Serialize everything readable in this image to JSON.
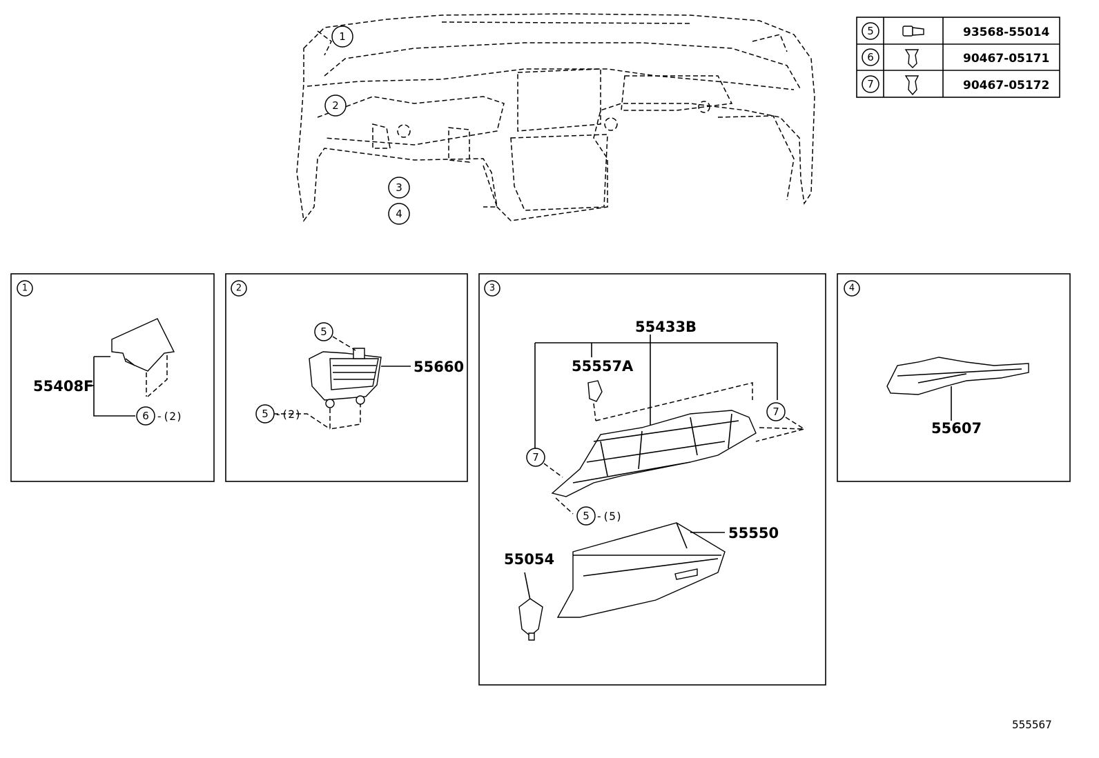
{
  "header_table": {
    "rows": [
      {
        "ref": "5",
        "part": "93568-55014"
      },
      {
        "ref": "6",
        "part": "90467-05171"
      },
      {
        "ref": "7",
        "part": "90467-05172"
      }
    ]
  },
  "overview": {
    "refs": [
      "1",
      "2",
      "3",
      "4"
    ]
  },
  "panels": {
    "p1": {
      "ref": "1",
      "part": "55408F",
      "fastener_ref": "6",
      "fastener_qty": "-(2)"
    },
    "p2": {
      "ref": "2",
      "part": "55660",
      "top_ref": "5",
      "fastener_ref": "5",
      "fastener_qty": "-(2)"
    },
    "p3": {
      "ref": "3",
      "group": "55433B",
      "sub": "55557A",
      "clip_ref": "7",
      "screw_ref": "5",
      "screw_qty": "-(5)",
      "box": "55550",
      "damper": "55054"
    },
    "p4": {
      "ref": "4",
      "part": "55607"
    }
  },
  "diagram_id": "555567"
}
